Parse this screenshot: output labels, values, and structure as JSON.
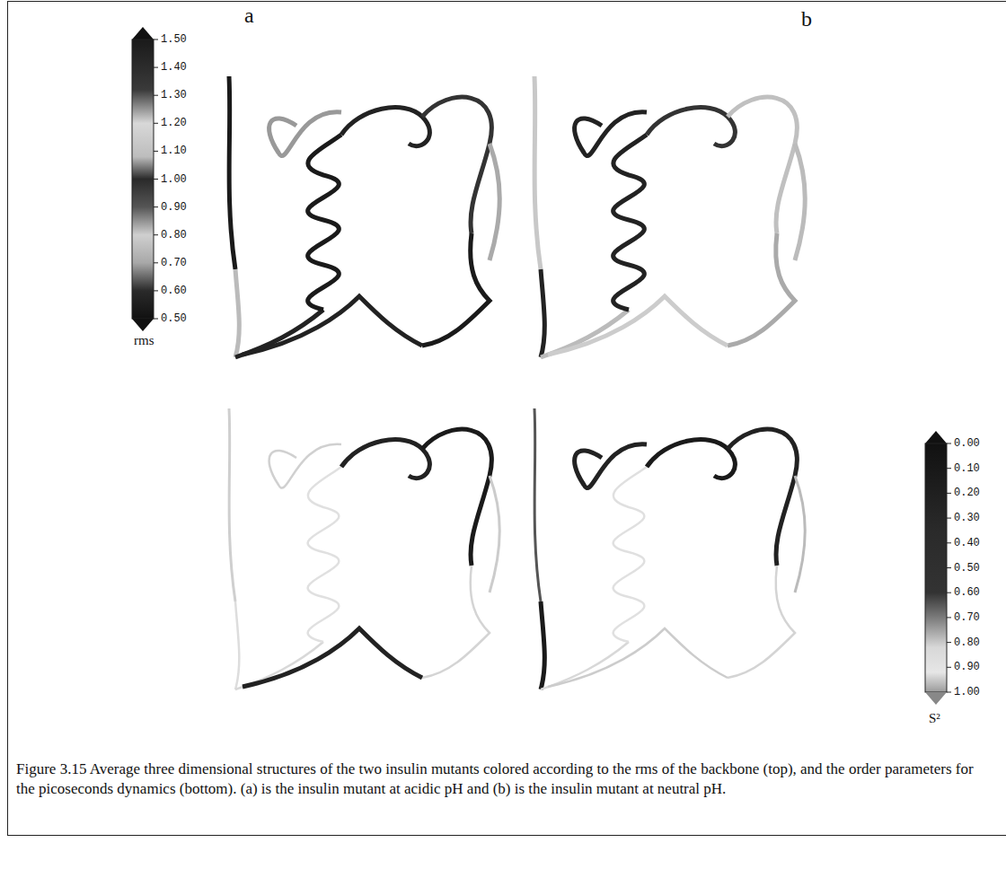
{
  "diagram": {
    "caption": "Figure 3.15 Average three dimensional structures of the two insulin mutants colored according to the rms of the backbone (top), and the order parameters for the picoseconds dynamics (bottom). (a) is the insulin mutant at acidic pH and (b) is the insulin mutant at neutral pH.",
    "labels": [
      "a",
      "b",
      "1.50",
      "1.40",
      "1.30",
      "1.20",
      "1.10",
      "1.00",
      "0.90",
      "0.80",
      "0.70",
      "0.60",
      "0.50",
      "rms",
      "0.00",
      "0.10",
      "0.20",
      "0.30",
      "0.40",
      "0.50",
      "0.60",
      "0.70",
      "0.80",
      "0.90",
      "1.00",
      "S²"
    ]
  }
}
